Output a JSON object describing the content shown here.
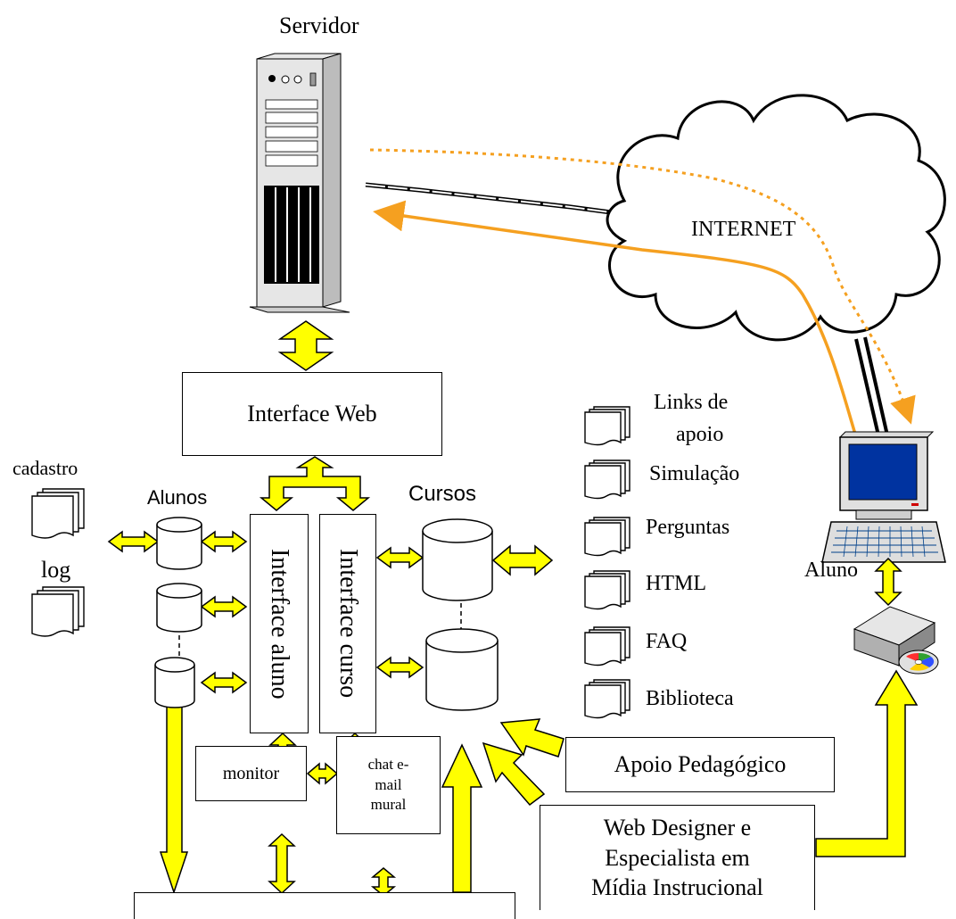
{
  "server_label": "Servidor",
  "internet_label": "INTERNET",
  "interface_web": "Interface Web",
  "alunos_label": "Alunos",
  "cursos_label": "Cursos",
  "left_panel": {
    "cadastro": "cadastro",
    "log": "log"
  },
  "interface_aluno": "Interface aluno",
  "interface_curso": "Interface curso",
  "monitor_label": "monitor",
  "chat_box": {
    "line1": "chat e-",
    "line2": "mail",
    "line3": "mural"
  },
  "resources": {
    "links_line1": "Links de",
    "links_line2": "apoio",
    "simulacao": "Simulação",
    "perguntas": "Perguntas",
    "html": "HTML",
    "faq": "FAQ",
    "biblioteca": "Biblioteca"
  },
  "apoio_pedagogico": "Apoio Pedagógico",
  "web_designer": {
    "line1": "Web Designer e",
    "line2": "Especialista em",
    "line3": "Mídia Instrucional"
  },
  "aluno_label": "Aluno",
  "colors": {
    "arrow_fill": "#ffff00",
    "panel_fill": "#c6f1f6",
    "orange_line": "#f5a020",
    "monitor_screen": "#0033a0"
  }
}
